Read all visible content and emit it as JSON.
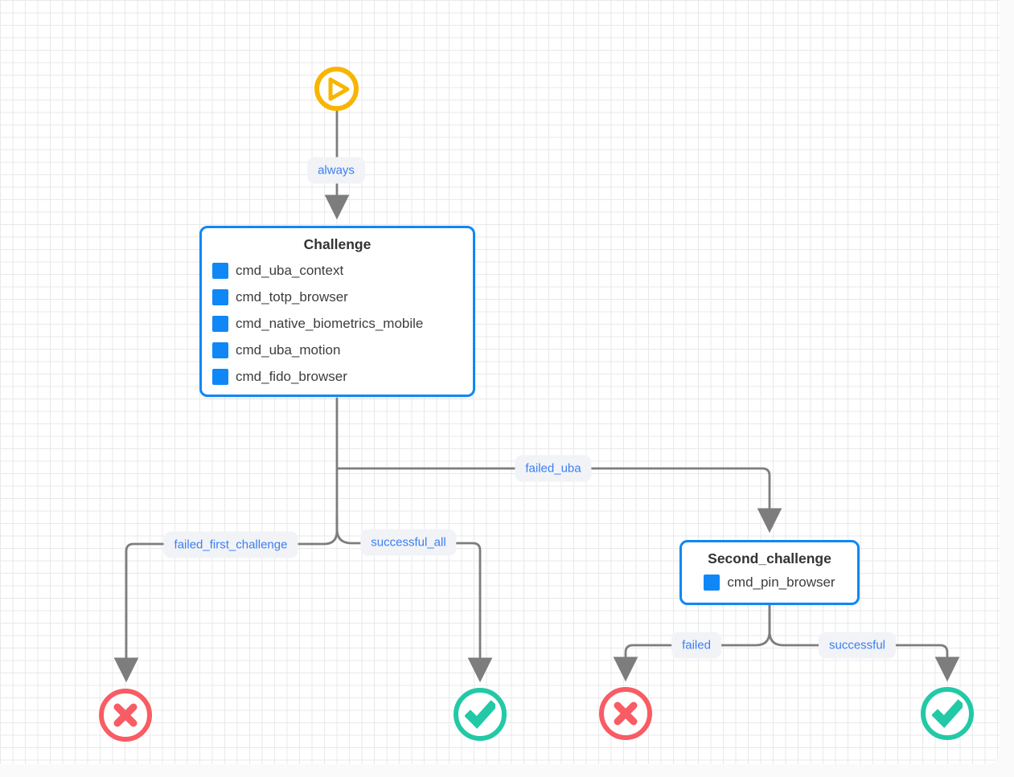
{
  "diagram": {
    "type": "authentication-workflow",
    "nodes": {
      "start": {
        "name": "start",
        "icon": "play"
      },
      "challenge": {
        "title": "Challenge",
        "commands": [
          "cmd_uba_context",
          "cmd_totp_browser",
          "cmd_native_biometrics_mobile",
          "cmd_uba_motion",
          "cmd_fido_browser"
        ]
      },
      "second_challenge": {
        "title": "Second_challenge",
        "commands": [
          "cmd_pin_browser"
        ]
      },
      "end_failed_left": {
        "result": "failure",
        "icon": "cross"
      },
      "end_success_left": {
        "result": "success",
        "icon": "check"
      },
      "end_failed_right": {
        "result": "failure",
        "icon": "cross"
      },
      "end_success_right": {
        "result": "success",
        "icon": "check"
      }
    },
    "edges": [
      {
        "label": "always",
        "from": "start",
        "to": "challenge"
      },
      {
        "label": "failed_uba",
        "from": "challenge",
        "to": "second_challenge"
      },
      {
        "label": "failed_first_challenge",
        "from": "challenge",
        "to": "end_failed_left"
      },
      {
        "label": "successful_all",
        "from": "challenge",
        "to": "end_success_left"
      },
      {
        "label": "failed",
        "from": "second_challenge",
        "to": "end_failed_right"
      },
      {
        "label": "successful",
        "from": "second_challenge",
        "to": "end_success_right"
      }
    ],
    "colors": {
      "node_border": "#0f87f7",
      "command_icon": "#0f87f7",
      "edge": "#7d7d7d",
      "edge_label_text": "#3d7ef0",
      "edge_label_bg": "#f1f3f7",
      "start_node": "#f7b500",
      "failure_node": "#f85c64",
      "success_node": "#23c9a6"
    }
  }
}
